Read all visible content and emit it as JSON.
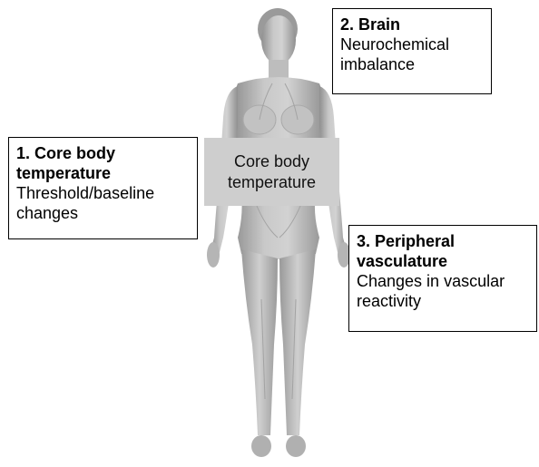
{
  "image_alt": "",
  "center_label": {
    "text": "Core body temperature",
    "fill_color": "#cecece"
  },
  "callouts": [
    {
      "number_title": "1. Core body temperature",
      "description": "Threshold/baseline changes"
    },
    {
      "number_title": "2. Brain",
      "description": "Neurochemical imbalance"
    },
    {
      "number_title": "3. Peripheral vasculature",
      "description": "Changes in vascular reactivity"
    }
  ],
  "colors": {
    "skin_light": "#c7c7c7",
    "skin_shadow": "#8f8f8f",
    "box_border": "#000000"
  },
  "icons": {
    "figure": "human-body-figure-icon"
  }
}
